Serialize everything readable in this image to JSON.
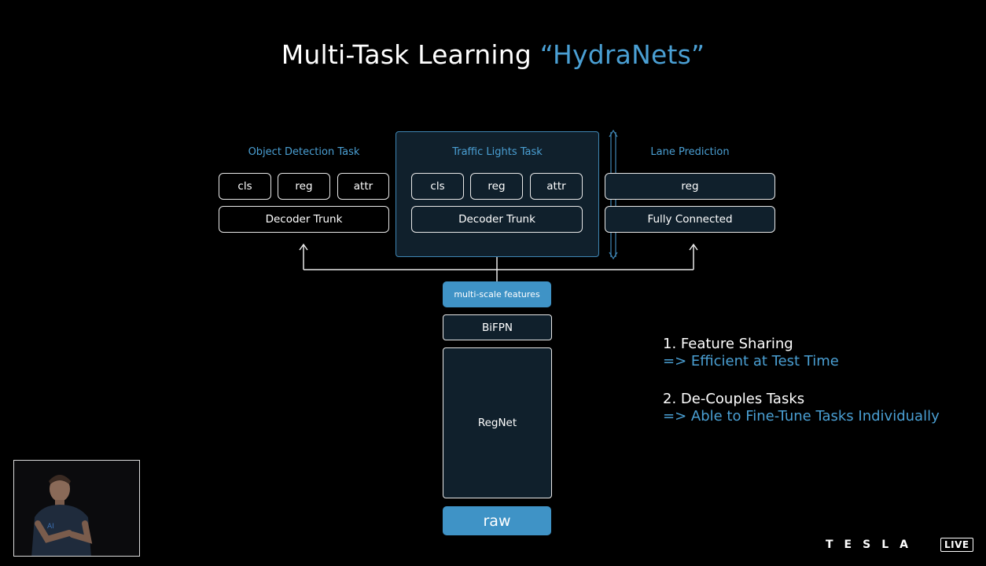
{
  "title": {
    "main": "Multi-Task Learning ",
    "accent": "“HydraNets”"
  },
  "tasks": {
    "object_detection": {
      "label": "Object Detection Task",
      "heads": [
        "cls",
        "reg",
        "attr"
      ],
      "trunk": "Decoder Trunk"
    },
    "traffic_lights": {
      "label": "Traffic Lights Task",
      "heads": [
        "cls",
        "reg",
        "attr"
      ],
      "trunk": "Decoder Trunk"
    },
    "lane_prediction": {
      "label": "Lane Prediction",
      "head": "reg",
      "trunk": "Fully Connected"
    }
  },
  "backbone": {
    "features": "multi-scale features",
    "fpn": "BiFPN",
    "net": "RegNet",
    "input": "raw"
  },
  "points": [
    {
      "heading": "1. Feature Sharing",
      "detail": "=> Efficient at Test Time"
    },
    {
      "heading": "2. De-Couples Tasks",
      "detail": "=> Able to Fine-Tune Tasks Individually"
    }
  ],
  "branding": {
    "logo": "TESLA",
    "badge": "LIVE"
  },
  "colors": {
    "accent": "#4a9fd3",
    "panel_border": "#3f86b4",
    "filled_box": "#3f93c6",
    "background": "#000000"
  }
}
